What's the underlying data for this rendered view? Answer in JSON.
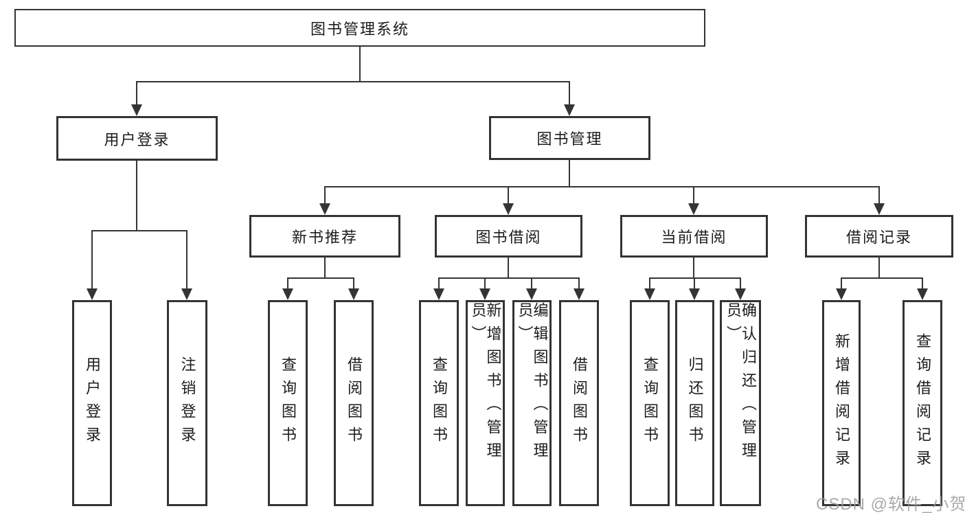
{
  "diagram": {
    "root": {
      "label": "图书管理系统"
    },
    "level2": [
      {
        "label": "用户登录"
      },
      {
        "label": "图书管理"
      }
    ],
    "level3": [
      {
        "label": "新书推荐"
      },
      {
        "label": "图书借阅"
      },
      {
        "label": "当前借阅"
      },
      {
        "label": "借阅记录"
      }
    ],
    "leaves": {
      "user_login": [
        "用户登录",
        "注销登录"
      ],
      "new_book": [
        "查询图书",
        "借阅图书"
      ],
      "borrow": [
        "查询图书",
        "新增图书（管理员）",
        "编辑图书（管理员）",
        "借阅图书"
      ],
      "current": [
        "查询图书",
        "归还图书",
        "确认归还（管理员）"
      ],
      "records": [
        "新增借阅记录",
        "查询借阅记录"
      ]
    }
  },
  "watermark": "CSDN @软件_小贺同学",
  "colors": {
    "line": "#343434",
    "border": "#333333",
    "text": "#1c1c1c",
    "watermark": "#9b9b9b",
    "background": "#ffffff"
  }
}
